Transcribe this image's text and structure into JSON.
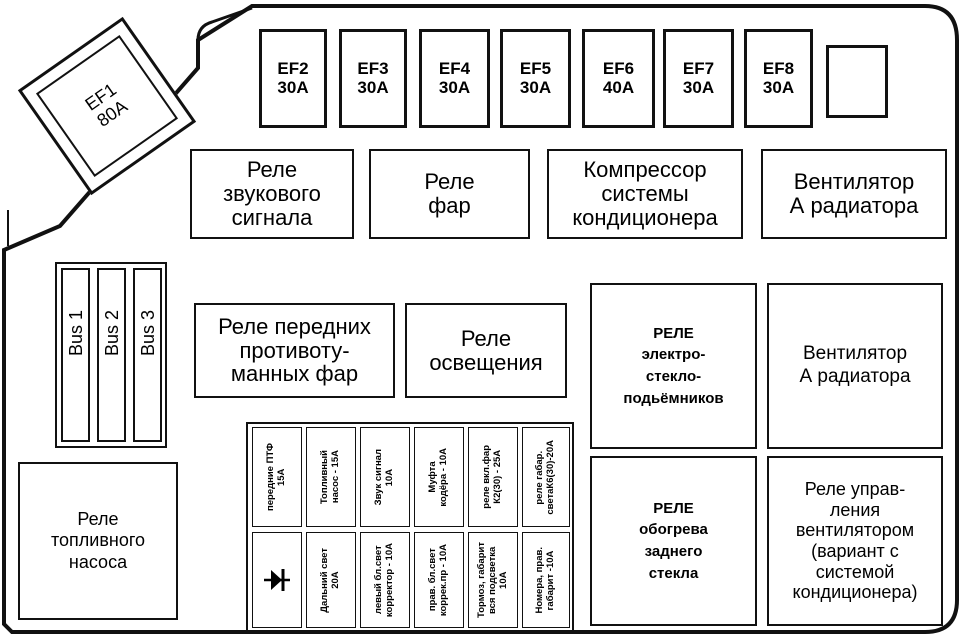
{
  "fuses_top": [
    {
      "id": "EF2",
      "rating": "30A"
    },
    {
      "id": "EF3",
      "rating": "30A"
    },
    {
      "id": "EF4",
      "rating": "30A"
    },
    {
      "id": "EF5",
      "rating": "30A"
    },
    {
      "id": "EF6",
      "rating": "40A"
    },
    {
      "id": "EF7",
      "rating": "30A"
    },
    {
      "id": "EF8",
      "rating": "30A"
    }
  ],
  "main_fuse": {
    "id": "EF1",
    "rating": "80A"
  },
  "relays_row1": [
    {
      "lines": [
        "Реле",
        "звукового",
        "сигнала"
      ]
    },
    {
      "lines": [
        "Реле",
        "фар"
      ]
    },
    {
      "lines": [
        "Компрессор",
        "системы",
        "кондиционера"
      ]
    },
    {
      "lines": [
        "Вентилятор",
        "А радиатора"
      ]
    }
  ],
  "buses": [
    "Bus 1",
    "Bus 2",
    "Bus 3"
  ],
  "relays_row2": [
    {
      "lines": [
        "Реле передних",
        "противоту-",
        "манных фар"
      ]
    },
    {
      "lines": [
        "Реле",
        "освещения"
      ]
    }
  ],
  "relay_window": {
    "lines": [
      "РЕЛЕ",
      "электро-",
      "стекло-",
      "подьёмников"
    ]
  },
  "fan_right": {
    "lines": [
      "Вентилятор",
      "А радиатора"
    ]
  },
  "relay_rear": {
    "lines": [
      "РЕЛЕ",
      "обогрева",
      "заднего",
      "стекла"
    ]
  },
  "relay_fan_control": {
    "lines": [
      "Реле управ-",
      "ления",
      "вентилятором",
      "(вариант с",
      "системой",
      "кондиционера)"
    ]
  },
  "relay_fuel": {
    "lines": [
      "Реле",
      "топливного",
      "насоса"
    ]
  },
  "small_fuses_top": [
    {
      "lines": [
        "передние ПТФ",
        "15А"
      ]
    },
    {
      "lines": [
        "Топливный",
        "насос - 15А"
      ]
    },
    {
      "lines": [
        "Звук сигнал",
        "10А"
      ]
    },
    {
      "lines": [
        "Муфта",
        "кодёра - 10А"
      ]
    },
    {
      "lines": [
        "реле вкл.фар",
        "К2(30) - 25А"
      ]
    },
    {
      "lines": [
        "реле габар.",
        "светаК6(30)-20А"
      ]
    }
  ],
  "small_fuses_bottom": [
    {
      "lines": [
        "Дальний свет",
        "20А"
      ]
    },
    {
      "lines": [
        "левый бл.свет",
        "корректор - 10А"
      ]
    },
    {
      "lines": [
        "прав. бл.свет",
        "коррек.пр - 10А"
      ]
    },
    {
      "lines": [
        "Тормоз, габарит",
        "вся подсветка",
        "10А"
      ]
    },
    {
      "lines": [
        "Номера, прав.",
        "габарит -10А"
      ]
    }
  ]
}
